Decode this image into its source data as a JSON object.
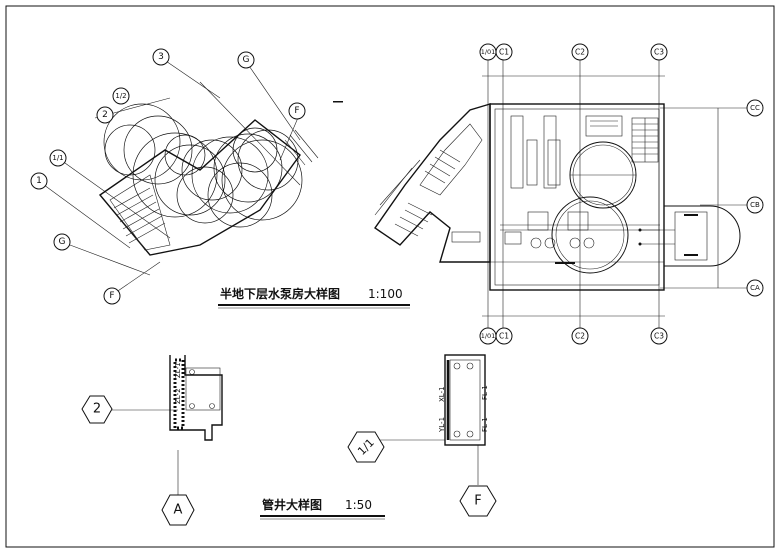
{
  "titles": {
    "pump_room": "半地下层水泵房大样图",
    "pump_room_scale": "1:100",
    "pipe_shaft": "管井大样图",
    "pipe_shaft_scale": "1:50"
  },
  "axes_left_plan": [
    "1",
    "1/1",
    "2",
    "1/2",
    "3",
    "G",
    "G",
    "F",
    "F"
  ],
  "axes_right_plan": {
    "top": [
      "1/01",
      "C1",
      "C2",
      "C3"
    ],
    "bottom": [
      "1/01",
      "C1",
      "C2",
      "C3"
    ],
    "right": [
      "CC",
      "CB",
      "CA"
    ]
  },
  "detail_axes": {
    "shaft_a": [
      "2",
      "A"
    ],
    "shaft_b": [
      "1/1",
      "F"
    ]
  },
  "pipe_tags": {
    "shaft_a": [
      "ZL-1",
      "ZL-2"
    ],
    "shaft_b": [
      "XL-1",
      "FL-1",
      "YL-1",
      "FL-1"
    ]
  }
}
